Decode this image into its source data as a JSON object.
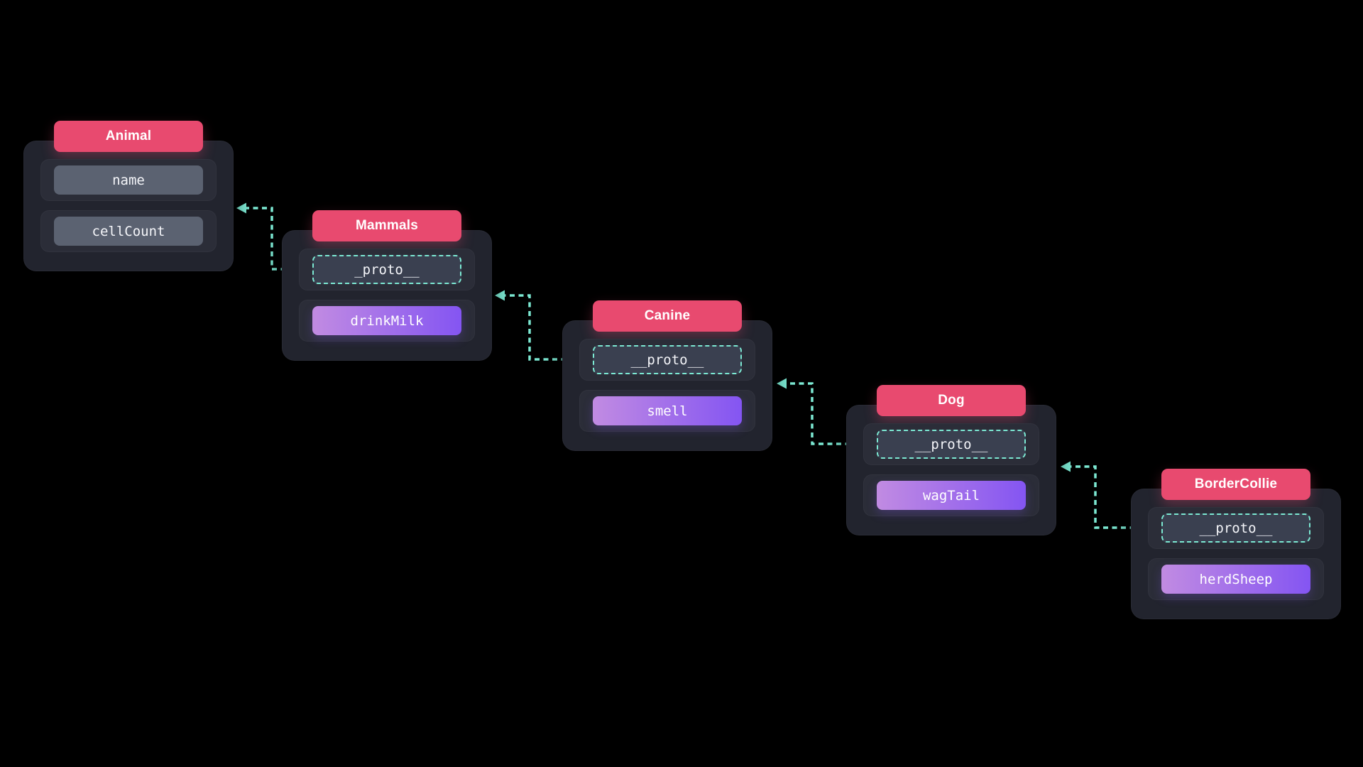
{
  "cards": [
    {
      "title": "Animal",
      "rows": [
        {
          "type": "field",
          "label": "name"
        },
        {
          "type": "field",
          "label": "cellCount"
        }
      ]
    },
    {
      "title": "Mammals",
      "rows": [
        {
          "type": "proto",
          "label": "_proto__"
        },
        {
          "type": "method",
          "label": "drinkMilk"
        }
      ]
    },
    {
      "title": "Canine",
      "rows": [
        {
          "type": "proto",
          "label": "__proto__"
        },
        {
          "type": "method",
          "label": "smell"
        }
      ]
    },
    {
      "title": "Dog",
      "rows": [
        {
          "type": "proto",
          "label": "__proto__"
        },
        {
          "type": "method",
          "label": "wagTail"
        }
      ]
    },
    {
      "title": "BorderCollie",
      "rows": [
        {
          "type": "proto",
          "label": "__proto__"
        },
        {
          "type": "method",
          "label": "herdSheep"
        }
      ]
    }
  ],
  "arrows": [
    {
      "from": "Mammals.__proto__",
      "to": "Animal"
    },
    {
      "from": "Canine.__proto__",
      "to": "Mammals"
    },
    {
      "from": "Dog.__proto__",
      "to": "Canine"
    },
    {
      "from": "BorderCollie.__proto__",
      "to": "Dog"
    }
  ],
  "colors": {
    "background": "#000000",
    "card_bg": "#22242e",
    "row_panel_bg": "#2b2d38",
    "field_pill_bg": "#5b6271",
    "header_bg": "#e84a6f",
    "proto_pill_bg": "#3a4050",
    "method_gradient_start": "#c18be2",
    "method_gradient_end": "#8455f2",
    "arrow_teal": "#7ce9d3",
    "text_light": "#f4f5f9"
  }
}
